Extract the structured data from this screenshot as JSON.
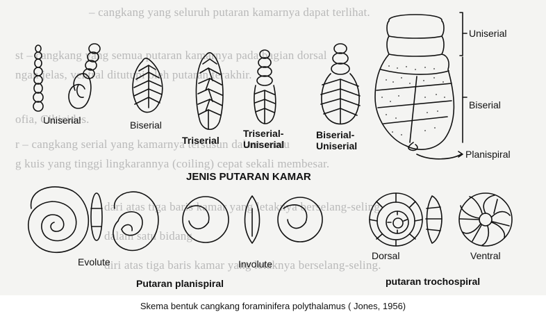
{
  "figure": {
    "labels": {
      "uniserial": "Uniserial",
      "biserial": "Biserial",
      "triserial": "Triserial",
      "triserial_uniserial_1": "Triserial-",
      "triserial_uniserial_2": "Uniserial",
      "biserial_uniserial_1": "Biserial-",
      "biserial_uniserial_2": "Uniserial",
      "right_uniserial": "Uniserial",
      "right_biserial": "Biserial",
      "right_planispiral": "Planispiral",
      "heading": "JENIS PUTARAN KAMAR",
      "evolute": "Evolute",
      "involute": "Involute",
      "dorsal": "Dorsal",
      "ventral": "Ventral",
      "planispiral_group": "Putaran planispiral",
      "trochospiral_group": "putaran trochospiral"
    },
    "background_text": [
      "– cangkang yang seluruh putaran kamarnya dapat terlihat.",
      "st – cangkang yang semua putaran kamarnya pada bagian dorsal",
      "ngan jelas, ventral ditutupi oleh putaran terakhir.",
      "ofia, Cibicides.",
      "r – cangkang serial yang kamarnya tersusun dalam suatu",
      "g kuis yang tinggi lingkarannya (coiling) cepat sekali membesar.",
      "dari atas tiga baris kamar yang letaknya berselang-seling.",
      "dalam satu bidang.",
      "diri atas tiga baris kamar yang letaknya berselang-seling."
    ]
  },
  "caption": "Skema bentuk cangkang foraminifera polythalamus ( Jones, 1956)"
}
